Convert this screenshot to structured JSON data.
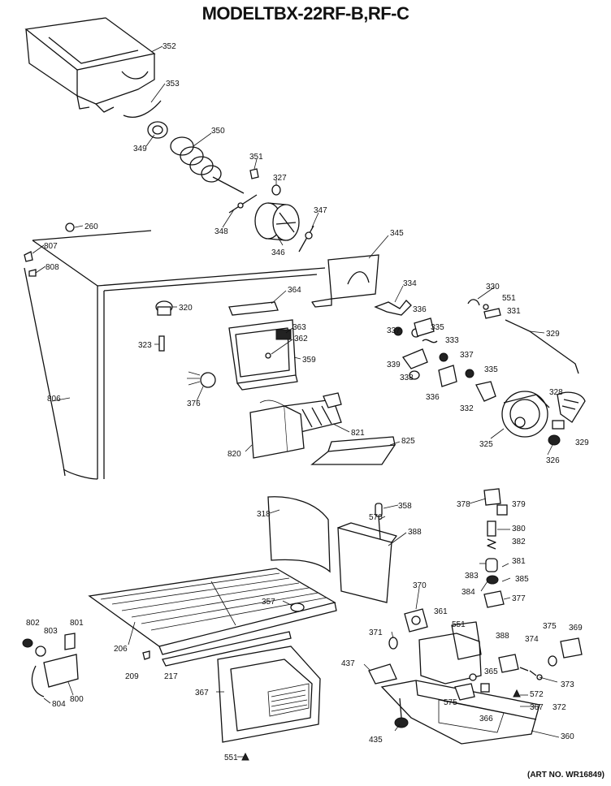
{
  "title": "MODELTBX-22RF-B,RF-C",
  "art_number": "(ART NO. WR16849)",
  "callouts": [
    {
      "label": "352"
    },
    {
      "label": "353"
    },
    {
      "label": "349"
    },
    {
      "label": "350"
    },
    {
      "label": "351"
    },
    {
      "label": "327"
    },
    {
      "label": "348"
    },
    {
      "label": "347"
    },
    {
      "label": "346"
    },
    {
      "label": "260"
    },
    {
      "label": "807"
    },
    {
      "label": "808"
    },
    {
      "label": "345"
    },
    {
      "label": "364"
    },
    {
      "label": "320"
    },
    {
      "label": "334"
    },
    {
      "label": "330"
    },
    {
      "label": "551"
    },
    {
      "label": "331"
    },
    {
      "label": "336"
    },
    {
      "label": "337"
    },
    {
      "label": "335"
    },
    {
      "label": "363"
    },
    {
      "label": "362"
    },
    {
      "label": "323"
    },
    {
      "label": "333"
    },
    {
      "label": "329"
    },
    {
      "label": "359"
    },
    {
      "label": "337"
    },
    {
      "label": "339"
    },
    {
      "label": "338"
    },
    {
      "label": "335"
    },
    {
      "label": "376"
    },
    {
      "label": "336"
    },
    {
      "label": "332"
    },
    {
      "label": "328"
    },
    {
      "label": "806"
    },
    {
      "label": "821"
    },
    {
      "label": "825"
    },
    {
      "label": "325"
    },
    {
      "label": "329"
    },
    {
      "label": "820"
    },
    {
      "label": "326"
    },
    {
      "label": "378"
    },
    {
      "label": "379"
    },
    {
      "label": "318"
    },
    {
      "label": "358"
    },
    {
      "label": "570"
    },
    {
      "label": "388"
    },
    {
      "label": "380"
    },
    {
      "label": "382"
    },
    {
      "label": "381"
    },
    {
      "label": "383"
    },
    {
      "label": "385"
    },
    {
      "label": "384"
    },
    {
      "label": "377"
    },
    {
      "label": "357"
    },
    {
      "label": "370"
    },
    {
      "label": "361"
    },
    {
      "label": "551"
    },
    {
      "label": "375"
    },
    {
      "label": "369"
    },
    {
      "label": "802"
    },
    {
      "label": "803"
    },
    {
      "label": "801"
    },
    {
      "label": "206"
    },
    {
      "label": "371"
    },
    {
      "label": "388"
    },
    {
      "label": "374"
    },
    {
      "label": "209"
    },
    {
      "label": "217"
    },
    {
      "label": "437"
    },
    {
      "label": "365"
    },
    {
      "label": "373"
    },
    {
      "label": "800"
    },
    {
      "label": "367"
    },
    {
      "label": "572"
    },
    {
      "label": "575"
    },
    {
      "label": "372"
    },
    {
      "label": "804"
    },
    {
      "label": "366"
    },
    {
      "label": "367"
    },
    {
      "label": "435"
    },
    {
      "label": "360"
    },
    {
      "label": "551"
    }
  ]
}
